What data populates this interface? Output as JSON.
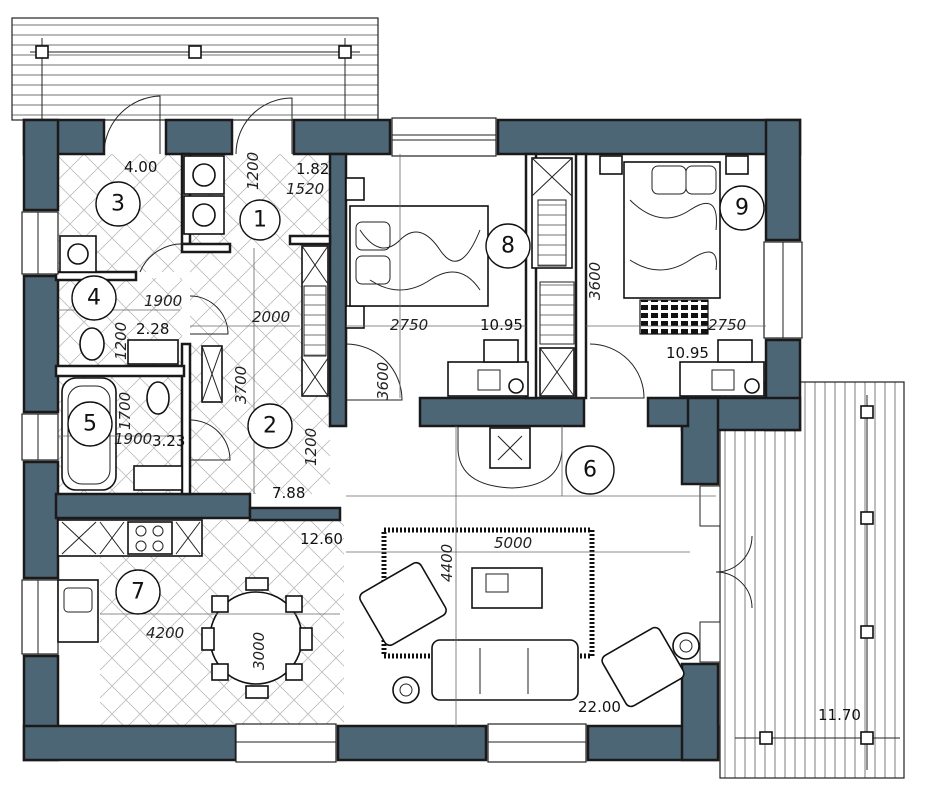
{
  "rooms": [
    {
      "number": "1",
      "area": "1.82"
    },
    {
      "number": "2",
      "area": "7.88"
    },
    {
      "number": "3",
      "area": "4.00"
    },
    {
      "number": "4",
      "area": "2.28"
    },
    {
      "number": "5",
      "area": "3.23"
    },
    {
      "number": "6",
      "area": "22.00"
    },
    {
      "number": "7",
      "area": "12.60"
    },
    {
      "number": "8",
      "area": "10.95"
    },
    {
      "number": "9",
      "area": "10.95"
    }
  ],
  "terrace_area": "11.70",
  "dimensions": {
    "d1200_room1": "1200",
    "d1520": "1520",
    "d1900_room4": "1900",
    "d1200_room4": "1200",
    "d2000": "2000",
    "d3700": "3700",
    "d1700": "1700",
    "d1900_room5": "1900",
    "d1200_room2": "1200",
    "d2750_room8": "2750",
    "d3600_room8": "3600",
    "d3600_room9": "3600",
    "d2750_room9": "2750",
    "d4400": "4400",
    "d5000": "5000",
    "d4200": "4200",
    "d3000": "3000"
  }
}
